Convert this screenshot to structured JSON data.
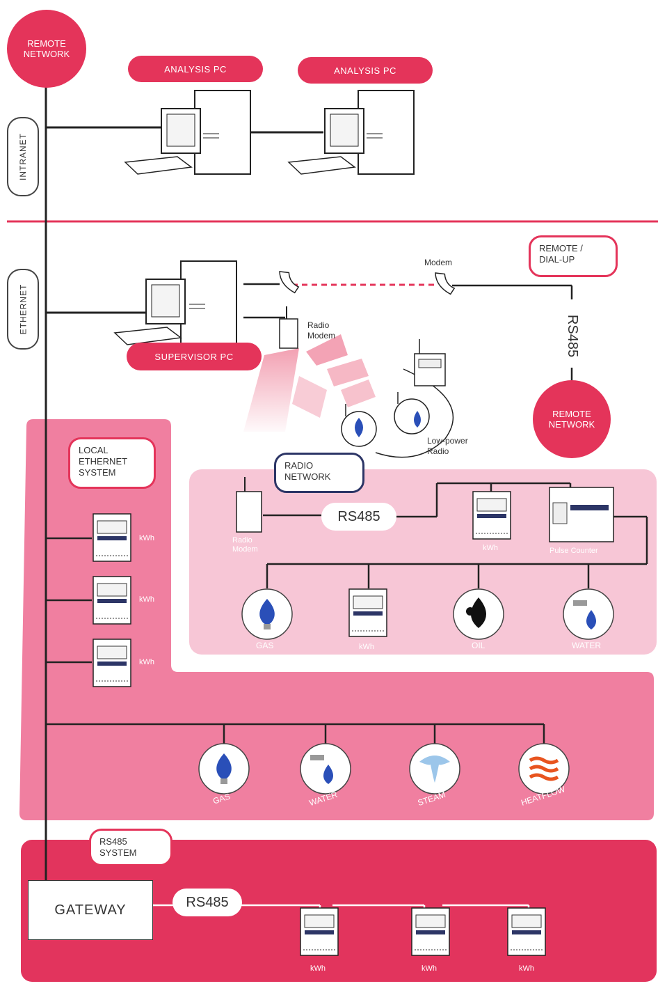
{
  "labels": {
    "remote_network_top": "REMOTE\nNETWORK",
    "analysis_pc_1": "ANALYSIS PC",
    "analysis_pc_2": "ANALYSIS PC",
    "intranet": "INTRANET",
    "ethernet": "ETHERNET",
    "remote_dialup": "REMOTE /\nDIAL-UP",
    "modem": "Modem",
    "rs485_vertical": "RS485",
    "radio_modem": "Radio\nModem",
    "supervisor_pc": "SUPERVISOR PC",
    "remote_network_right": "REMOTE\nNETWORK",
    "low_power_radio": "Low-power\nRadio",
    "local_ethernet_system": "LOCAL\nETHERNET\nSYSTEM",
    "radio_network": "RADIO\nNETWORK",
    "rs485_radio": "RS485",
    "radio_modem_small": "Radio\nModem",
    "pulse_counter": "Pulse Counter",
    "kwh": "kWh",
    "gas": "GAS",
    "water": "WATER",
    "steam": "STEAM",
    "heatflow": "HEATFLOW",
    "oil": "OIL",
    "rs485_system": "RS485\nSYSTEM",
    "gateway": "GATEWAY",
    "rs485_gateway": "RS485"
  },
  "icons": [
    "monitor-icon",
    "pc-tower-icon",
    "keyboard-icon",
    "telephone-icon",
    "antenna-icon",
    "energy-meter-icon",
    "gas-flame-icon",
    "water-tap-icon",
    "steam-icon",
    "heatflow-icon",
    "oil-drop-icon"
  ],
  "colors": {
    "accent": "#e4345a",
    "panel_mid": "#f07fa0",
    "panel_light": "#f7c6d6",
    "panel_dark": "#e2345d",
    "line": "#222222",
    "navy": "#2c3566"
  }
}
